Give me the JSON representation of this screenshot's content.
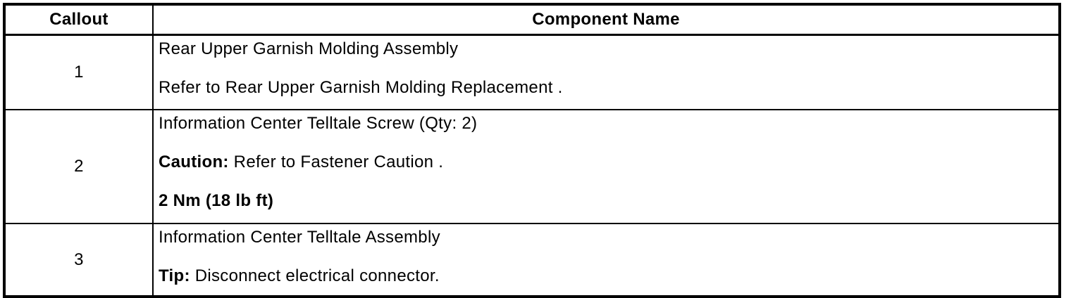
{
  "colors": {
    "border": "#000000",
    "text": "#000000",
    "background": "#ffffff"
  },
  "table": {
    "headers": {
      "callout": "Callout",
      "component": "Component Name"
    },
    "rows": [
      {
        "callout": "1",
        "paragraphs": [
          {
            "bold": "",
            "text": "Rear Upper Garnish Molding Assembly"
          },
          {
            "bold": "",
            "text": "Refer to Rear Upper Garnish Molding Replacement ."
          }
        ]
      },
      {
        "callout": "2",
        "paragraphs": [
          {
            "bold": "",
            "text": "Information Center Telltale Screw (Qty: 2)"
          },
          {
            "bold": "Caution:",
            "text": " Refer to Fastener Caution ."
          },
          {
            "bold": "2 Nm (18 lb ft)",
            "text": ""
          }
        ]
      },
      {
        "callout": "3",
        "paragraphs": [
          {
            "bold": "",
            "text": "Information Center Telltale Assembly"
          },
          {
            "bold": "Tip:",
            "text": " Disconnect electrical connector."
          }
        ]
      }
    ]
  }
}
